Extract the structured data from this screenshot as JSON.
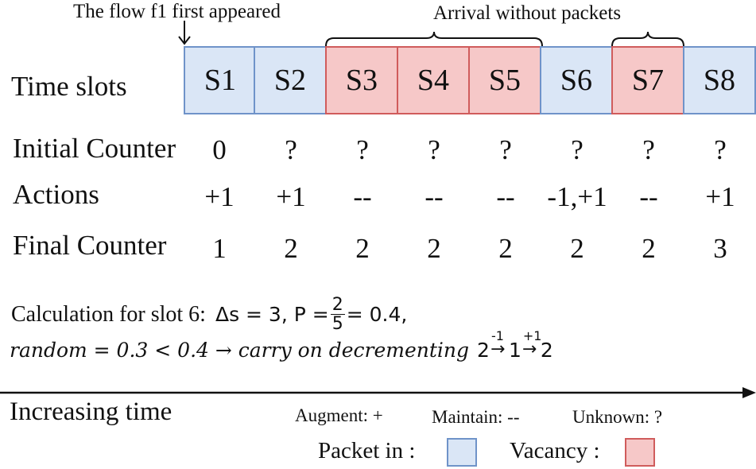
{
  "annotations": {
    "flow_appeared": "The flow f1 first appeared",
    "arrival_without_packets": "Arrival without packets"
  },
  "row_labels": {
    "time_slots": "Time slots",
    "initial_counter": "Initial Counter",
    "actions": "Actions",
    "final_counter": "Final Counter"
  },
  "slots": [
    {
      "label": "S1",
      "state": "packet",
      "initial": "0",
      "action": "+1",
      "final": "1"
    },
    {
      "label": "S2",
      "state": "packet",
      "initial": "?",
      "action": "+1",
      "final": "2"
    },
    {
      "label": "S3",
      "state": "vacancy",
      "initial": "?",
      "action": "--",
      "final": "2"
    },
    {
      "label": "S4",
      "state": "vacancy",
      "initial": "?",
      "action": "--",
      "final": "2"
    },
    {
      "label": "S5",
      "state": "vacancy",
      "initial": "?",
      "action": "--",
      "final": "2"
    },
    {
      "label": "S6",
      "state": "packet",
      "initial": "?",
      "action": "-1,+1",
      "final": "2"
    },
    {
      "label": "S7",
      "state": "vacancy",
      "initial": "?",
      "action": "--",
      "final": "2"
    },
    {
      "label": "S8",
      "state": "packet",
      "initial": "?",
      "action": "+1",
      "final": "3"
    }
  ],
  "calculation": {
    "prefix": "Calculation for slot 6:",
    "delta": "Δs = 3, P =",
    "frac_num": "2",
    "frac_den": "5",
    "result": "= 0.4,",
    "line2_a": "random = 0.3 < 0.4 → carry on decrementing",
    "line2_b": "2",
    "op1": "-1",
    "line2_c": "1",
    "op2": "+1",
    "line2_d": "2"
  },
  "axis": {
    "label": "Increasing time"
  },
  "legend": {
    "augment": "Augment: +",
    "maintain": "Maintain: --",
    "unknown": "Unknown: ?",
    "packet_in": "Packet in :",
    "vacancy": "Vacancy :"
  },
  "colors": {
    "packet_fill": "#dae6f6",
    "packet_border": "#6f93c9",
    "vacancy_fill": "#f6c8c8",
    "vacancy_border": "#d05c5c"
  }
}
